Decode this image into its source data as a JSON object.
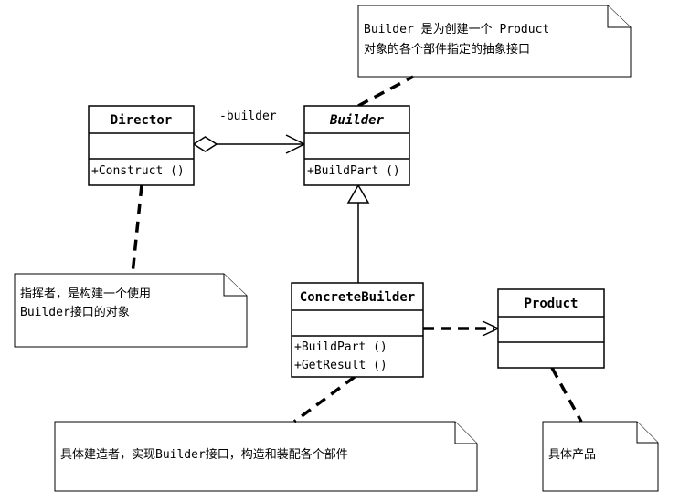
{
  "classes": {
    "director": {
      "name": "Director",
      "operations": [
        "+Construct ()"
      ]
    },
    "builder": {
      "name": "Builder",
      "operations": [
        "+BuildPart ()"
      ]
    },
    "concrete_builder": {
      "name": "ConcreteBuilder",
      "operations": [
        "+BuildPart ()",
        "+GetResult ()"
      ]
    },
    "product": {
      "name": "Product",
      "operations": []
    }
  },
  "associations": {
    "director_builder_role": "-builder"
  },
  "notes": {
    "builder_note": [
      "Builder 是为创建一个 Product",
      "对象的各个部件指定的抽象接口"
    ],
    "director_note": [
      "指挥者，是构建一个使用",
      "Builder接口的对象"
    ],
    "concrete_builder_note": [
      "具体建造者，实现Builder接口，构造和装配各个部件"
    ],
    "product_note": [
      "具体产品"
    ]
  }
}
